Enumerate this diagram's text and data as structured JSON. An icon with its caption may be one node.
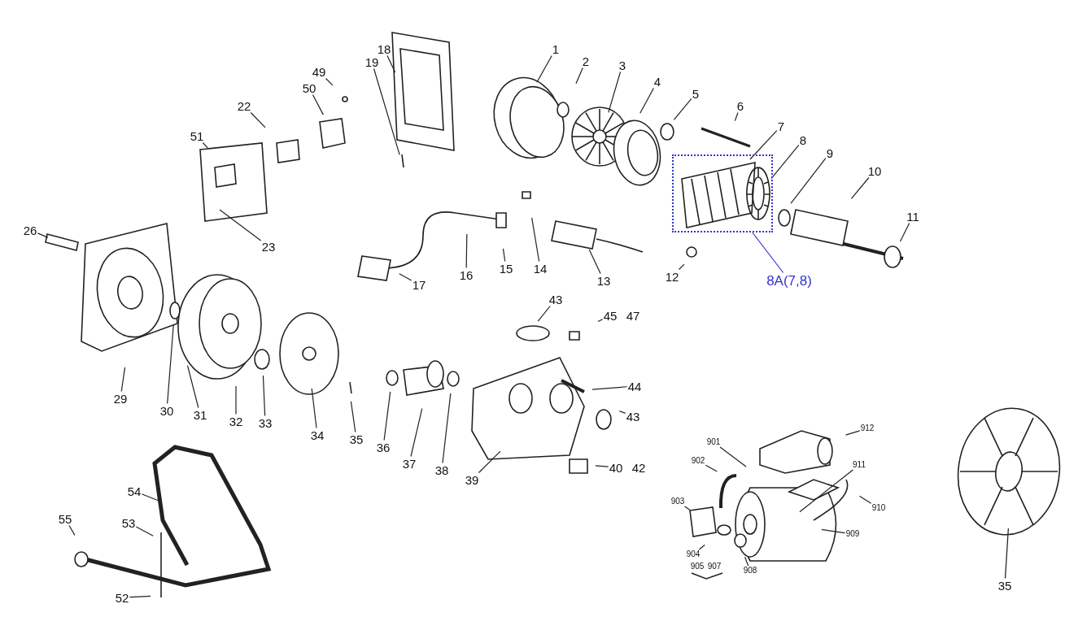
{
  "diagram": {
    "nodes": [
      {
        "text": [
          "1"
        ]
      },
      {
        "text": [
          "2"
        ]
      },
      {
        "text": [
          "3"
        ]
      },
      {
        "text": [
          "4"
        ]
      },
      {
        "text": [
          "5"
        ]
      },
      {
        "text": [
          "6"
        ]
      },
      {
        "text": [
          "7"
        ]
      },
      {
        "text": [
          "8"
        ]
      },
      {
        "text": [
          "9"
        ]
      },
      {
        "text": [
          "10"
        ]
      },
      {
        "text": [
          "11"
        ]
      },
      {
        "text": [
          "18"
        ]
      },
      {
        "text": [
          "19"
        ]
      },
      {
        "text": [
          "49"
        ]
      },
      {
        "text": [
          "50"
        ]
      },
      {
        "text": [
          "22"
        ]
      },
      {
        "text": [
          "51"
        ]
      },
      {
        "text": [
          "23"
        ]
      },
      {
        "text": [
          "26"
        ]
      },
      {
        "text": [
          "12"
        ]
      },
      {
        "text": [
          "13"
        ]
      },
      {
        "text": [
          "14"
        ]
      },
      {
        "text": [
          "15"
        ]
      },
      {
        "text": [
          "16"
        ]
      },
      {
        "text": [
          "17"
        ]
      },
      {
        "text": [],
        "shape": "box"
      },
      {
        "text": [
          "8A(7,8)"
        ]
      },
      {
        "text": [
          "43"
        ]
      },
      {
        "text": [
          "45"
        ]
      },
      {
        "text": [
          "44"
        ]
      },
      {
        "text": [
          "43"
        ]
      },
      {
        "text": [
          "29"
        ]
      },
      {
        "text": [
          "30"
        ]
      },
      {
        "text": [
          "31"
        ]
      },
      {
        "text": [
          "32"
        ]
      },
      {
        "text": [
          "33"
        ]
      },
      {
        "text": [
          "34"
        ]
      },
      {
        "text": [
          "35"
        ]
      },
      {
        "text": [
          "36"
        ]
      },
      {
        "text": [
          "37"
        ]
      },
      {
        "text": [
          "38"
        ]
      },
      {
        "text": [
          "39"
        ]
      },
      {
        "text": [
          "40"
        ]
      },
      {
        "text": [
          "54"
        ]
      },
      {
        "text": [
          "53"
        ]
      },
      {
        "text": [
          "55"
        ]
      },
      {
        "text": [
          "52"
        ]
      },
      {
        "text": [
          "901"
        ]
      },
      {
        "text": [
          "912"
        ]
      },
      {
        "text": [
          "902"
        ]
      },
      {
        "text": [
          "911"
        ]
      },
      {
        "text": [
          "903"
        ]
      },
      {
        "text": [
          "910"
        ]
      },
      {
        "text": [
          "909"
        ]
      },
      {
        "text": [
          "904"
        ]
      },
      {
        "text": [
          "908"
        ]
      },
      {
        "text": [
          "35"
        ]
      },
      {
        "text": [],
        "shape": "picture",
        "in": 25
      },
      {
        "text": [],
        "shape": "picture",
        "in": 25
      }
    ],
    "edges": [
      {
        "from": 0,
        "to": null,
        "arrow": "none"
      },
      {
        "from": 1,
        "to": null,
        "arrow": "none"
      },
      {
        "from": 2,
        "to": null,
        "arrow": "none"
      },
      {
        "from": 3,
        "to": null,
        "arrow": "none"
      },
      {
        "from": 4,
        "to": null,
        "arrow": "none"
      },
      {
        "from": 5,
        "to": null,
        "arrow": "none"
      },
      {
        "from": 6,
        "to": 57,
        "arrow": "none"
      },
      {
        "from": 7,
        "to": 58,
        "arrow": "none"
      },
      {
        "from": 8,
        "to": null,
        "arrow": "none"
      },
      {
        "from": 9,
        "to": null,
        "arrow": "none"
      },
      {
        "from": 10,
        "to": null,
        "arrow": "none"
      },
      {
        "from": 11,
        "to": null,
        "arrow": "none"
      },
      {
        "from": 12,
        "to": null,
        "arrow": "none"
      },
      {
        "from": 13,
        "to": null,
        "arrow": "none"
      },
      {
        "from": 14,
        "to": null,
        "arrow": "none"
      },
      {
        "from": 15,
        "to": null,
        "arrow": "none"
      },
      {
        "from": 16,
        "to": null,
        "arrow": "none"
      },
      {
        "from": 17,
        "to": null,
        "arrow": "none"
      },
      {
        "from": 18,
        "to": null,
        "arrow": "none"
      },
      {
        "from": 19,
        "to": null,
        "arrow": "none"
      },
      {
        "from": 20,
        "to": null,
        "arrow": "none"
      },
      {
        "from": 21,
        "to": null,
        "arrow": "none"
      },
      {
        "from": 22,
        "to": null,
        "arrow": "none"
      },
      {
        "from": 23,
        "to": null,
        "arrow": "none"
      },
      {
        "from": 24,
        "to": null,
        "arrow": "none"
      },
      {
        "from": 26,
        "to": 25,
        "arrow": "none",
        "color": "#3333cc"
      },
      {
        "from": 27,
        "to": null,
        "arrow": "none"
      },
      {
        "from": 28,
        "to": null,
        "arrow": "none"
      },
      {
        "from": 29,
        "to": null,
        "arrow": "none"
      },
      {
        "from": 30,
        "to": null,
        "arrow": "none"
      },
      {
        "from": 31,
        "to": null,
        "arrow": "none"
      },
      {
        "from": 32,
        "to": null,
        "arrow": "none"
      },
      {
        "from": 33,
        "to": null,
        "arrow": "none"
      },
      {
        "from": 34,
        "to": null,
        "arrow": "none"
      },
      {
        "from": 35,
        "to": null,
        "arrow": "none"
      },
      {
        "from": 36,
        "to": null,
        "arrow": "none"
      },
      {
        "from": 37,
        "to": null,
        "arrow": "none"
      },
      {
        "from": 38,
        "to": null,
        "arrow": "none"
      },
      {
        "from": 39,
        "to": null,
        "arrow": "none"
      },
      {
        "from": 40,
        "to": null,
        "arrow": "none"
      },
      {
        "from": 41,
        "to": null,
        "arrow": "none"
      },
      {
        "from": 42,
        "to": null,
        "arrow": "none"
      },
      {
        "from": 43,
        "to": null,
        "arrow": "none"
      },
      {
        "from": 44,
        "to": null,
        "arrow": "none"
      },
      {
        "from": 45,
        "to": null,
        "arrow": "none"
      },
      {
        "from": 46,
        "to": null,
        "arrow": "none"
      },
      {
        "from": 47,
        "to": null,
        "arrow": "none"
      },
      {
        "from": 48,
        "to": null,
        "arrow": "none"
      },
      {
        "from": 49,
        "to": null,
        "arrow": "none"
      },
      {
        "from": 50,
        "to": null,
        "arrow": "none"
      },
      {
        "from": 51,
        "to": null,
        "arrow": "none"
      },
      {
        "from": 52,
        "to": null,
        "arrow": "none"
      },
      {
        "from": 53,
        "to": null,
        "arrow": "none"
      },
      {
        "from": 54,
        "to": null,
        "arrow": "none"
      },
      {
        "from": 55,
        "to": null,
        "arrow": "none"
      },
      {
        "from": 56,
        "to": null,
        "arrow": "none"
      }
    ],
    "labels": [
      "47",
      "42",
      "905",
      "907"
    ]
  }
}
